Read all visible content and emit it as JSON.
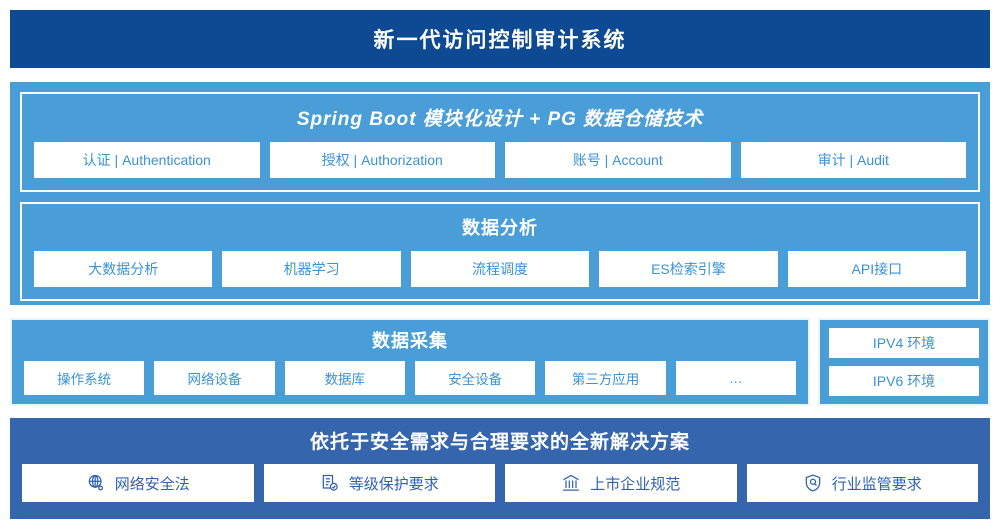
{
  "header": {
    "title": "新一代访问控制审计系统",
    "background_color": "#0e4a93"
  },
  "colors": {
    "navy": "#0e4a93",
    "light_blue": "#4a9ed8",
    "mid_blue": "#3566ad",
    "chip_text_blue": "#3a93d4",
    "chip_text_navy": "#2f62ae",
    "white": "#ffffff"
  },
  "stack_panel": {
    "groups": [
      {
        "heading": "Spring Boot 模块化设计 + PG 数据仓储技术",
        "heading_style": "italic",
        "chips": [
          {
            "label": "认证 | Authentication"
          },
          {
            "label": "授权 | Authorization"
          },
          {
            "label": "账号 | Account"
          },
          {
            "label": "审计 | Audit"
          }
        ]
      },
      {
        "heading": "数据分析",
        "heading_style": "normal",
        "chips": [
          {
            "label": "大数据分析"
          },
          {
            "label": "机器学习"
          },
          {
            "label": "流程调度"
          },
          {
            "label": "ES检索引擎"
          },
          {
            "label": "API接口"
          }
        ]
      }
    ]
  },
  "collect_panel": {
    "heading": "数据采集",
    "chips": [
      {
        "label": "操作系统"
      },
      {
        "label": "网络设备"
      },
      {
        "label": "数据库"
      },
      {
        "label": "安全设备"
      },
      {
        "label": "第三方应用"
      },
      {
        "label": "…"
      }
    ]
  },
  "env_panel": {
    "chips": [
      {
        "label": "IPV4 环境"
      },
      {
        "label": "IPV6 环境"
      }
    ]
  },
  "solution_panel": {
    "heading": "依托于安全需求与合理要求的全新解决方案",
    "chips": [
      {
        "label": "网络安全法",
        "icon": "globe-network-icon"
      },
      {
        "label": "等级保护要求",
        "icon": "document-check-icon"
      },
      {
        "label": "上市企业规范",
        "icon": "bank-building-icon"
      },
      {
        "label": "行业监管要求",
        "icon": "shield-search-icon"
      }
    ]
  }
}
